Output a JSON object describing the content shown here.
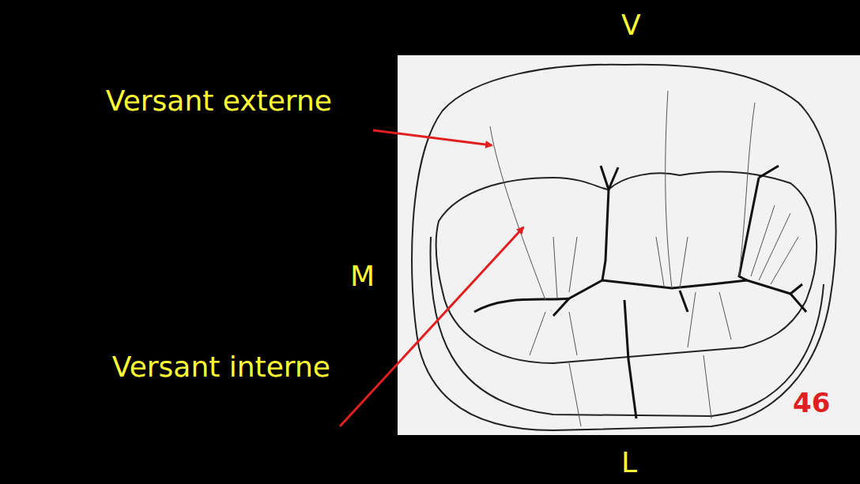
{
  "diagram": {
    "labels": [
      "V",
      "Versant externe",
      "M",
      "Versant interne",
      "46",
      "L"
    ]
  }
}
